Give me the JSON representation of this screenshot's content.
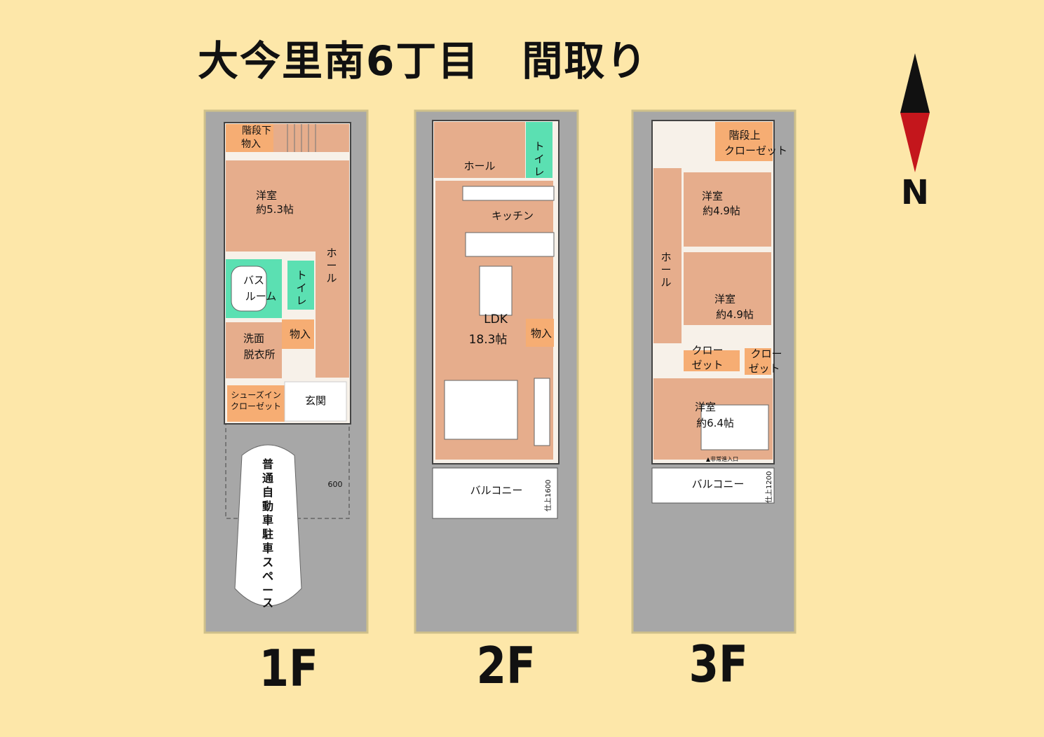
{
  "title": "大今里南6丁目　間取り",
  "compass": {
    "label": "N"
  },
  "colors": {
    "background": "#fde7a9",
    "lot": "#a7a7a7",
    "room": "#e6ad8c",
    "storage": "#f6ad73",
    "wet": "#5be0b2"
  },
  "floors": {
    "f1": {
      "label": "1F",
      "rooms": {
        "storage_under_stairs_1": "階段下",
        "storage_under_stairs_2": "物入",
        "western_room_1": "洋室",
        "western_room_2": "約5.3帖",
        "hall_1": "ホ",
        "hall_2": "ー",
        "hall_3": "ル",
        "bath_1": "バス",
        "bath_2": "ルーム",
        "toilet_1": "ト",
        "toilet_2": "イ",
        "toilet_3": "レ",
        "closet": "物入",
        "washroom_1": "洗面",
        "washroom_2": "脱衣所",
        "shoe_closet_1": "シューズイン",
        "shoe_closet_2": "クローゼット",
        "entrance": "玄関",
        "dim": "600",
        "parking": [
          "普",
          "通",
          "自",
          "動",
          "車",
          "駐",
          "車",
          "ス",
          "ペ",
          "ー",
          "ス"
        ]
      }
    },
    "f2": {
      "label": "2F",
      "rooms": {
        "hall": "ホール",
        "toilet_1": "ト",
        "toilet_2": "イ",
        "toilet_3": "レ",
        "kitchen": "キッチン",
        "ldk_1": "LDK",
        "ldk_2": "18.3帖",
        "closet": "物入",
        "balcony": "バルコニー",
        "finish": "仕上1600"
      }
    },
    "f3": {
      "label": "3F",
      "rooms": {
        "closet_top_1": "階段上",
        "closet_top_2": "クローゼット",
        "room_a_1": "洋室",
        "room_a_2": "約4.9帖",
        "hall_1": "ホ",
        "hall_2": "ー",
        "hall_3": "ル",
        "room_b_1": "洋室",
        "room_b_2": "約4.9帖",
        "closet_a_1": "クロー",
        "closet_a_2": "ゼット",
        "closet_b_1": "クロー",
        "closet_b_2": "ゼット",
        "room_c_1": "洋室",
        "room_c_2": "約6.4帖",
        "balcony": "バルコニー",
        "finish": "仕上1200",
        "exit": "▲非常進入口"
      }
    }
  }
}
